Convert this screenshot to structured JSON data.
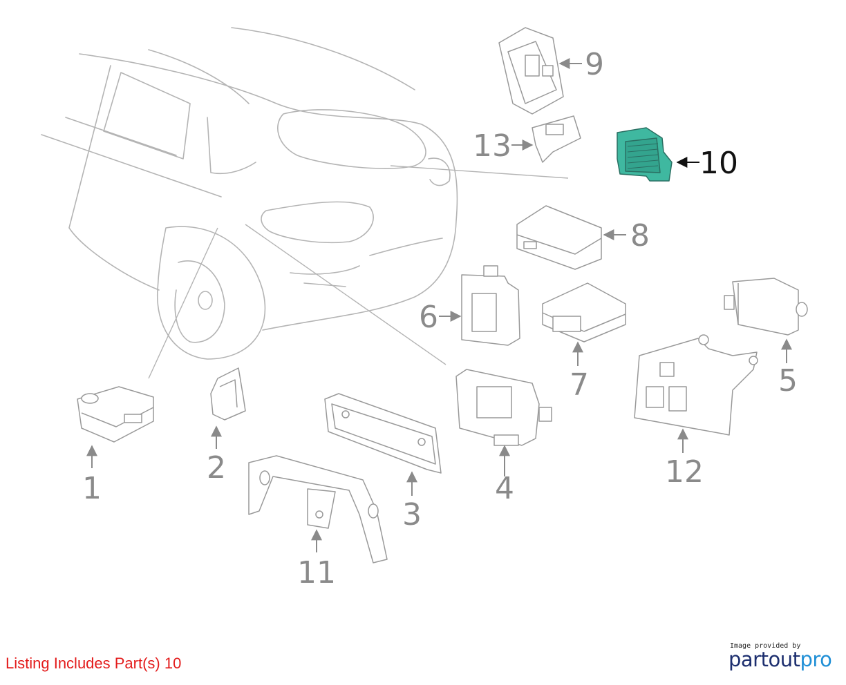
{
  "listing": {
    "text": "Listing Includes Part(s) 10",
    "color": "#e31b1b"
  },
  "credit": {
    "caption": "Image provided by",
    "brand_part1": "partout",
    "brand_part2": "pro",
    "brand_color_dark": "#1d2f6f",
    "brand_color_light": "#1f8fd6"
  },
  "diagram": {
    "line_color": "#a8a8a8",
    "highlight_fill": "#3fb8a0",
    "highlighted_part": "10",
    "callouts": [
      {
        "id": "c1",
        "label": "1"
      },
      {
        "id": "c2",
        "label": "2"
      },
      {
        "id": "c3",
        "label": "3"
      },
      {
        "id": "c4",
        "label": "4"
      },
      {
        "id": "c5",
        "label": "5"
      },
      {
        "id": "c6",
        "label": "6"
      },
      {
        "id": "c7",
        "label": "7"
      },
      {
        "id": "c8",
        "label": "8"
      },
      {
        "id": "c9",
        "label": "9"
      },
      {
        "id": "c10",
        "label": "10"
      },
      {
        "id": "c11",
        "label": "11"
      },
      {
        "id": "c12",
        "label": "12"
      },
      {
        "id": "c13",
        "label": "13"
      }
    ]
  }
}
